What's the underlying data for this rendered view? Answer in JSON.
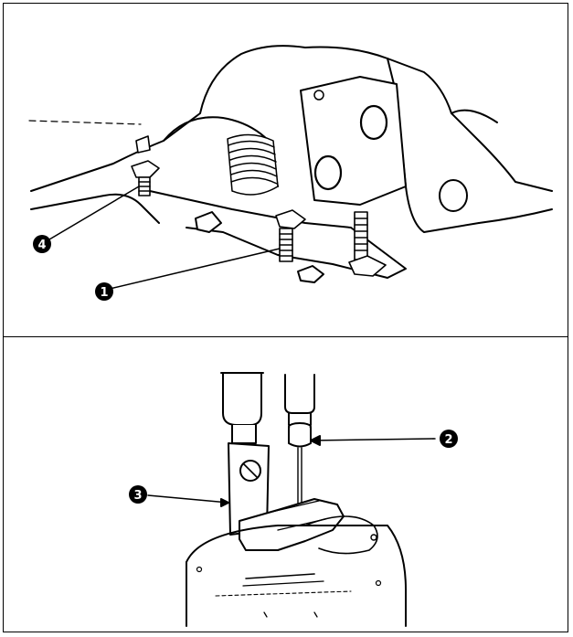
{
  "figure": {
    "callouts": [
      {
        "id": "callout-1",
        "label": "1"
      },
      {
        "id": "callout-2",
        "label": "2"
      },
      {
        "id": "callout-3",
        "label": "3"
      },
      {
        "id": "callout-4",
        "label": "4"
      }
    ]
  },
  "colors": {
    "ink": "#000000",
    "paper": "#ffffff"
  }
}
